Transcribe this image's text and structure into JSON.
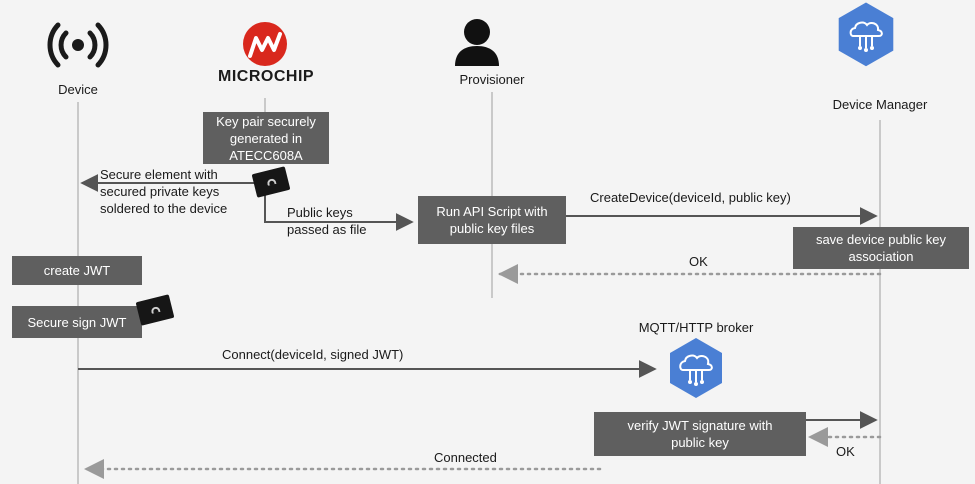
{
  "participants": {
    "device": "Device",
    "microchip": "Microchip",
    "provisioner": "Provisioner",
    "device_manager": "Device Manager",
    "broker": "MQTT/HTTP broker"
  },
  "boxes": {
    "key_pair": [
      "Key pair securely",
      "generated in",
      "ATECC608A"
    ],
    "run_api": [
      "Run API Script with",
      "public key files"
    ],
    "save_assoc": [
      "save device public key",
      "association"
    ],
    "create_jwt": [
      "create JWT"
    ],
    "secure_sign": [
      "Secure sign JWT"
    ],
    "verify_jwt": [
      "verify JWT signature with",
      "public key"
    ]
  },
  "messages": {
    "secure_element": [
      "Secure element with",
      "secured private keys",
      "soldered to the device"
    ],
    "public_keys": [
      "Public keys",
      "passed as file"
    ],
    "create_device": "CreateDevice(deviceId, public key)",
    "ok_1": "OK",
    "connect": "Connect(deviceId, signed JWT)",
    "ok_2": "OK",
    "connected": "Connected"
  },
  "colors": {
    "lifeline": "#c9c9c9",
    "box": "#5f5f5f",
    "arrow": "#555555",
    "dotted": "#9a9a9a",
    "cloud_hex": "#4a7fd4",
    "microchip_red": "#d9281d"
  },
  "icons": {
    "device": "broadcast-signal-icon",
    "microchip": "microchip-logo",
    "provisioner": "person-icon",
    "device_manager": "cloud-iot-icon",
    "broker": "cloud-iot-icon"
  }
}
